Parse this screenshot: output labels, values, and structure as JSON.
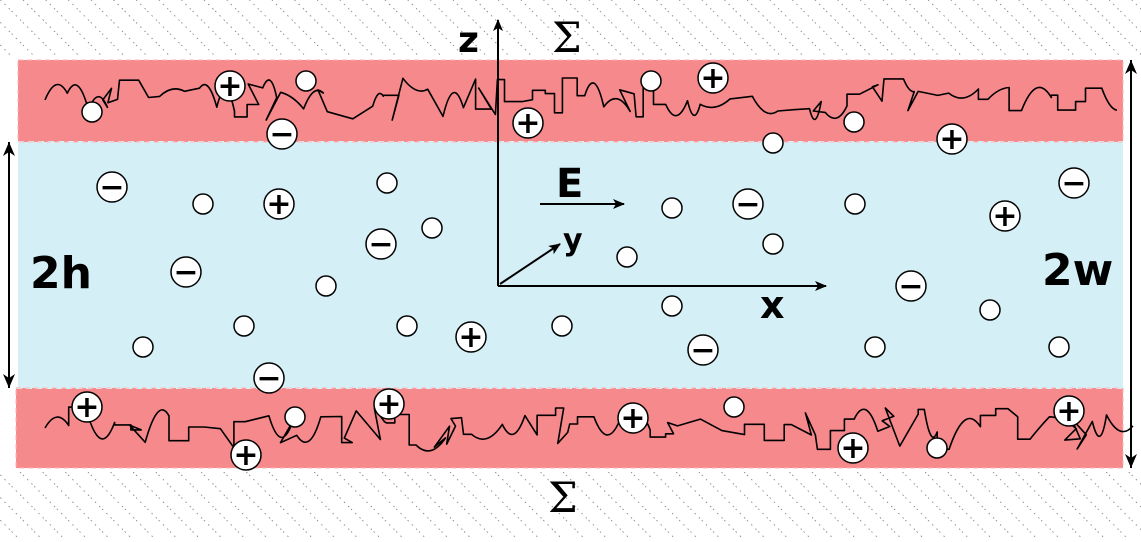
{
  "labels": {
    "surface_top": "Σ",
    "surface_bottom": "Σ",
    "axis_z": "z",
    "axis_x": "x",
    "axis_y": "y",
    "field": "E",
    "channel_width": "2h",
    "total_width": "2w"
  },
  "ion_symbols": {
    "cation": "+",
    "anion": "−"
  },
  "colors": {
    "brush_layer": "#f6898b",
    "channel": "#d4f0f6",
    "ion_fill": "#ffffff",
    "line": "#000000",
    "hatch": "#555555"
  },
  "icons": [
    "cation-icon",
    "anion-icon",
    "neutral-particle-icon",
    "polymer-chain-icon"
  ]
}
